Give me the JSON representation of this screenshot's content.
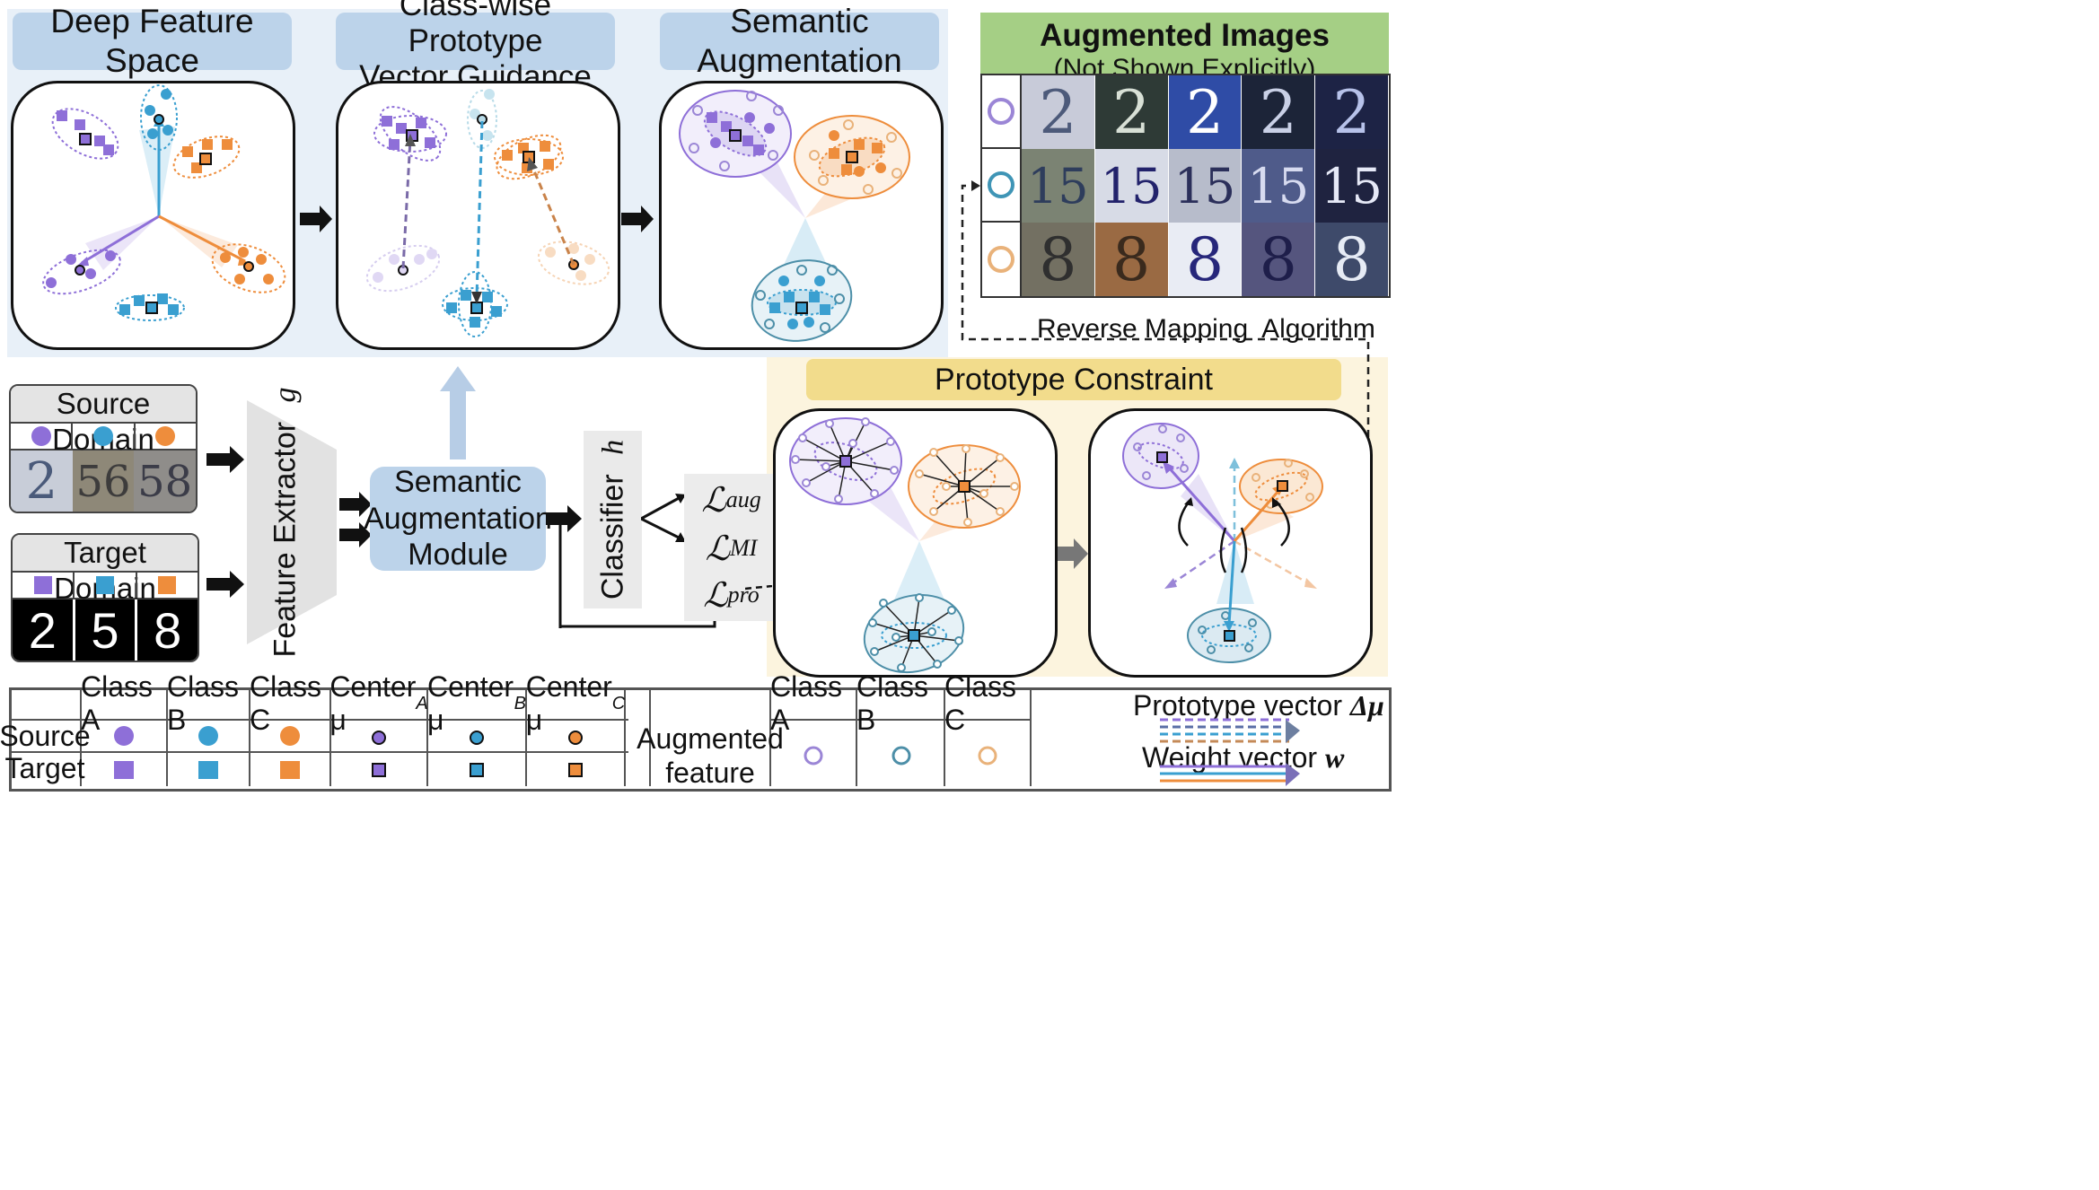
{
  "top_headers": {
    "deep_feature_space": "Deep Feature Space",
    "prototype_guidance_line1": "Class-wise Prototype",
    "prototype_guidance_line2": "Vector Guidance",
    "semantic_augmentation": "Semantic Augmentation"
  },
  "augmented_images": {
    "title": "Augmented Images",
    "subtitle": "(Not Shown Explicitly)",
    "rows": [
      {
        "marker_color": "#9b86d6",
        "digits": [
          "2",
          "2",
          "2",
          "2",
          "2"
        ]
      },
      {
        "marker_color": "#3f95b6",
        "digits": [
          "15",
          "15",
          "15",
          "15",
          "15"
        ]
      },
      {
        "marker_color": "#e9b27a",
        "digits": [
          "8",
          "8",
          "8",
          "8",
          "8"
        ]
      }
    ]
  },
  "reverse_mapping_label": "Reverse Mapping  Algorithm",
  "source_domain": {
    "title": "Source Domain",
    "digits": [
      "2",
      "56",
      "58"
    ]
  },
  "target_domain": {
    "title": "Target Domain",
    "digits": [
      "2",
      "5",
      "8"
    ]
  },
  "feature_extractor": {
    "label": "Feature Extractor",
    "symbol": "g"
  },
  "semantic_module": {
    "line1": "Semantic",
    "line2": "Augmentation",
    "line3": "Module"
  },
  "classifier": {
    "label": "Classifier",
    "symbol": "h"
  },
  "losses": {
    "aug": {
      "symbol": "ℒ",
      "sub": "aug"
    },
    "mi": {
      "symbol": "ℒ",
      "sub": "MI"
    },
    "pro": {
      "symbol": "ℒ",
      "sub": "pro"
    }
  },
  "prototype_constraint": {
    "title": "Prototype Constraint"
  },
  "legend": {
    "headers": [
      "Class A",
      "Class B",
      "Class C",
      "Center μ",
      "Center μ",
      "Center μ"
    ],
    "center_sups": [
      "A",
      "B",
      "C"
    ],
    "rows": [
      "Source",
      "Target"
    ],
    "augmented_label_line1": "Augmented",
    "augmented_label_line2": "feature",
    "aug_headers": [
      "Class A",
      "Class B",
      "Class C"
    ],
    "prototype_vector_label": "Prototype vector ",
    "prototype_vector_symbol": "Δμ",
    "weight_vector_label": "Weight vector ",
    "weight_vector_symbol": "w"
  },
  "colors": {
    "class_a": "#8e6fd8",
    "class_b": "#3a9fd0",
    "class_c": "#ee8d3c",
    "aug_a": "#9b86d6",
    "aug_b": "#4d8fa8",
    "aug_c": "#e9b27a",
    "header_blue": "#bcd3ea",
    "header_green": "#a5cf85",
    "header_yellow": "#f2dc8c",
    "bg_blue": "#e8f0f8",
    "bg_yellow": "#fcf4de"
  }
}
